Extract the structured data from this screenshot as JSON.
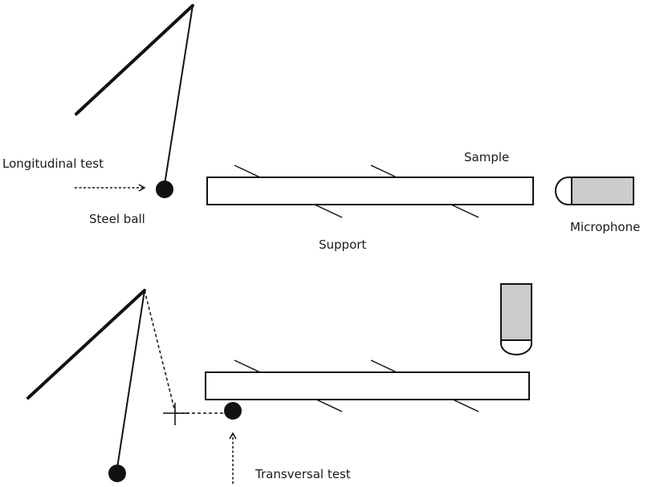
{
  "labels": {
    "longitudinal_test": "Longitudinal test",
    "steel_ball": "Steel ball",
    "sample": "Sample",
    "support": "Support",
    "microphone": "Microphone",
    "transversal_test": "Transversal test"
  },
  "colors": {
    "line": "#111111",
    "ball": "#111111",
    "microphone_fill": "#cccccc",
    "sample_fill": "#ffffff"
  }
}
